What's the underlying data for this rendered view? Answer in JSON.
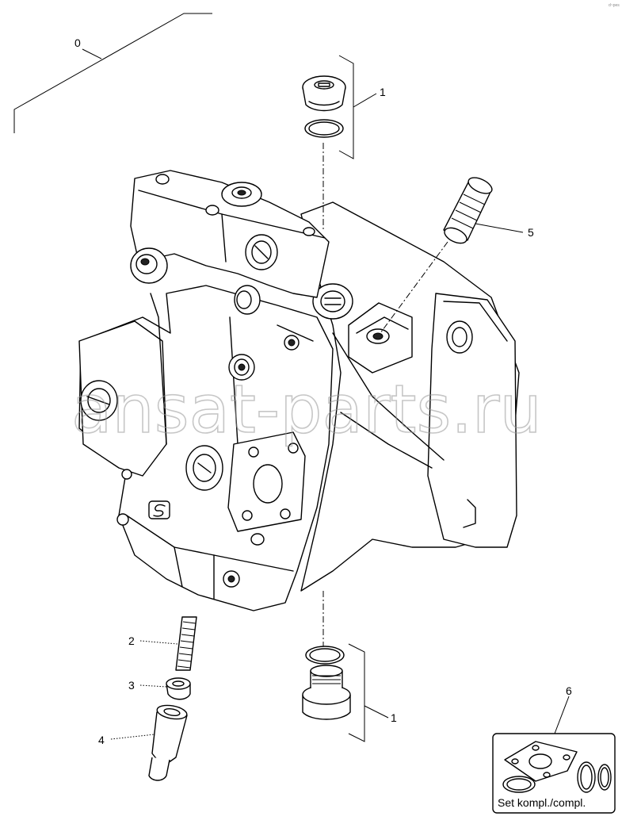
{
  "corner_code": "d~pes",
  "watermark": "ansat-parts.ru",
  "callouts": [
    {
      "id": "0",
      "label": "0"
    },
    {
      "id": "1a",
      "label": "1"
    },
    {
      "id": "1b",
      "label": "1"
    },
    {
      "id": "2",
      "label": "2"
    },
    {
      "id": "3",
      "label": "3"
    },
    {
      "id": "4",
      "label": "4"
    },
    {
      "id": "5",
      "label": "5"
    },
    {
      "id": "6",
      "label": "6"
    }
  ],
  "kit_box": {
    "caption": "Set kompl./compl."
  }
}
